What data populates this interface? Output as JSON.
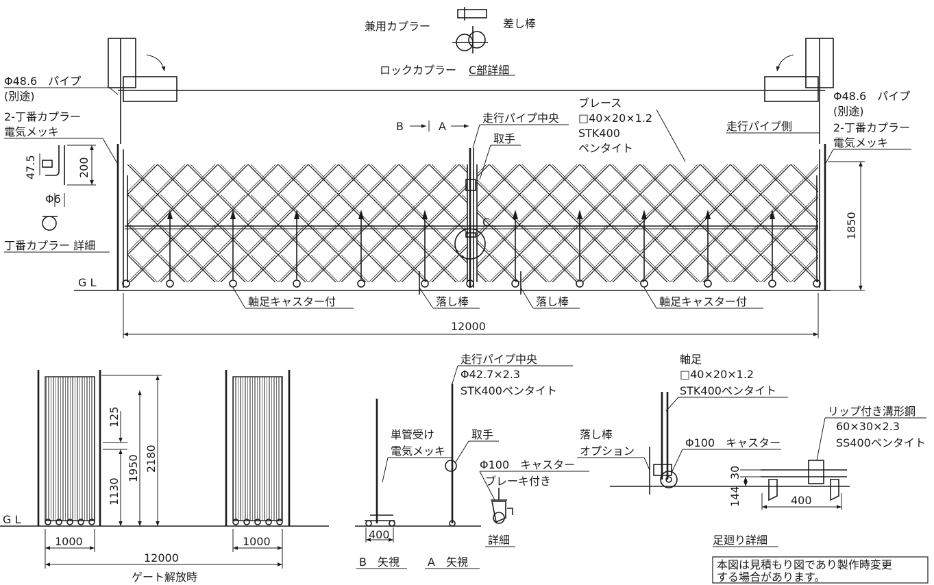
{
  "labels": {
    "c_detail_title": "C部詳細",
    "combo_coupler": "兼用カプラー",
    "lock_coupler": "ロックカプラー",
    "insert_rod": "差し棒",
    "pipe_left": "Φ48.6　パイプ",
    "separate_left": "(別途)",
    "hinge_coupler_left": "2-丁番カプラー",
    "plating_left": "電気メッキ",
    "pipe_right": "Φ48.6　パイプ",
    "separate_right": "(別途)",
    "hinge_coupler_right": "2-丁番カプラー",
    "plating_right": "電気メッキ",
    "hinge_detail": "丁番カプラー 詳細",
    "brace": "ブレース",
    "brace_size": "□40×20×1.2",
    "brace_material": "STK400",
    "brace_paint": "ペンタイト",
    "running_pipe_center": "走行パイプ中央",
    "running_pipe_side": "走行パイプ側",
    "handle": "取手",
    "arrow_b": "B",
    "arrow_a": "A",
    "c_mark": "C",
    "gl_top": "G L",
    "gl_bottom": "G L",
    "caster_left": "軸足キャスター付",
    "drop_rod_left": "落し棒",
    "drop_rod_right": "落し棒",
    "caster_right": "軸足キャスター付",
    "gate_open": "ゲート解放時",
    "rp_center_2": "走行パイプ中央",
    "rp_size": "Φ42.7×2.3",
    "rp_material": "STK400ペンタイト",
    "single_pipe": "単管受け",
    "single_pipe_plating": "電気メッキ",
    "handle_2": "取手",
    "caster_100": "Φ100　キャスター",
    "brake": "ブレーキ付き",
    "detail": "詳細",
    "view_b": "B　矢視",
    "view_a": "A　矢視",
    "axle": "軸足",
    "axle_size": "□40×20×1.2",
    "axle_material": "STK400ペンタイト",
    "drop_rod_opt": "落し棒",
    "option": "オプション",
    "caster_100_2": "Φ100　キャスター",
    "lip_channel": "リップ付き溝形鋼",
    "lip_size": "60×30×2.3",
    "lip_material": "SS400ペンタイト",
    "foot_detail": "足廻り詳細",
    "note_line1": "本図は見積もり図であり製作時変更",
    "note_line2": "する場合があります。"
  },
  "dimensions": {
    "width_main": "12000",
    "height_main": "1850",
    "hinge_47_5": "47.5",
    "hinge_200": "200",
    "hinge_phi6": "Φ6",
    "stack_125": "125",
    "stack_1130": "1130",
    "stack_1950": "1950",
    "stack_2180": "2180",
    "stack_1000_left": "1000",
    "stack_1000_right": "1000",
    "stack_12000": "12000",
    "view_400": "400",
    "foot_30": "30",
    "foot_144": "144",
    "foot_400": "400"
  }
}
